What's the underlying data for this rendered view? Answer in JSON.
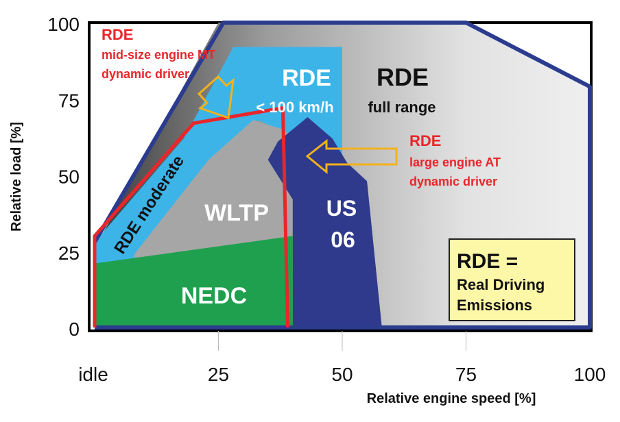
{
  "chart_data": {
    "type": "area",
    "title": "",
    "xlabel": "Relative engine speed [%]",
    "ylabel": "Relative load [%]",
    "xlim": [
      0,
      100
    ],
    "ylim": [
      0,
      100
    ],
    "x_tick_labels": [
      "idle",
      "25",
      "50",
      "75",
      "100"
    ],
    "y_tick_labels": [
      "0",
      "25",
      "50",
      "75",
      "100"
    ],
    "grid": true,
    "regions": [
      {
        "name": "RDE full range",
        "label_line1": "RDE",
        "label_line2": "full range",
        "color": "#d9d9d9",
        "points": [
          [
            0,
            26
          ],
          [
            25,
            100
          ],
          [
            75,
            100
          ],
          [
            100,
            79
          ],
          [
            100,
            0
          ],
          [
            0,
            0
          ]
        ]
      },
      {
        "name": "RDE < 100 km/h",
        "label_line1": "RDE",
        "label_line2": "< 100 km/h",
        "color": "#3cb4e8",
        "points": [
          [
            28,
            92
          ],
          [
            50,
            92
          ],
          [
            50,
            55
          ],
          [
            46,
            55
          ],
          [
            37,
            65
          ],
          [
            33,
            68
          ],
          [
            3,
            8
          ],
          [
            0,
            8
          ],
          [
            0,
            28
          ],
          [
            18,
            62
          ]
        ]
      },
      {
        "name": "RDE moderate",
        "label": "RDE moderate",
        "color": "#3cb4e8"
      },
      {
        "name": "WLTP",
        "label": "WLTP",
        "color": "#a6a6a6",
        "points": [
          [
            8,
            24
          ],
          [
            23,
            55
          ],
          [
            32,
            68
          ],
          [
            38,
            65
          ],
          [
            46,
            55
          ],
          [
            47,
            32
          ],
          [
            47,
            0
          ],
          [
            8,
            0
          ]
        ]
      },
      {
        "name": "US 06",
        "label_line1": "US",
        "label_line2": "06",
        "color": "#2f3a8c",
        "points": [
          [
            37,
            61
          ],
          [
            43,
            69
          ],
          [
            48,
            62
          ],
          [
            51,
            54
          ],
          [
            55,
            48
          ],
          [
            58,
            0
          ],
          [
            40,
            0
          ],
          [
            40,
            42
          ],
          [
            35,
            55
          ]
        ]
      },
      {
        "name": "NEDC",
        "label": "NEDC",
        "color": "#1fa04e",
        "points": [
          [
            0,
            21
          ],
          [
            40,
            30
          ],
          [
            40,
            0
          ],
          [
            0,
            0
          ]
        ]
      }
    ],
    "outline_rde_mid_size_engine_mt_dynamic_driver": {
      "color": "#e8262b",
      "points": [
        [
          0,
          0
        ],
        [
          0,
          30
        ],
        [
          20,
          67
        ],
        [
          38,
          72
        ],
        [
          39,
          0
        ]
      ]
    },
    "outline_rde_full_range_boundary": {
      "color": "#2b3c8f",
      "points": [
        [
          0,
          28
        ],
        [
          26,
          100
        ],
        [
          75,
          100
        ],
        [
          100,
          79
        ],
        [
          100,
          0
        ],
        [
          0,
          0
        ]
      ]
    },
    "annotations": [
      {
        "line1": "RDE",
        "line2": "mid-size engine MT",
        "line3": "dynamic driver",
        "color": "#e8262b"
      },
      {
        "line1": "RDE",
        "line2": "large engine AT",
        "line3": "dynamic driver",
        "color": "#e8262b"
      }
    ],
    "legend_box": {
      "line1": "RDE =",
      "line2": "Real Driving",
      "line3": "Emissions",
      "background": "#fdf7a8"
    }
  }
}
